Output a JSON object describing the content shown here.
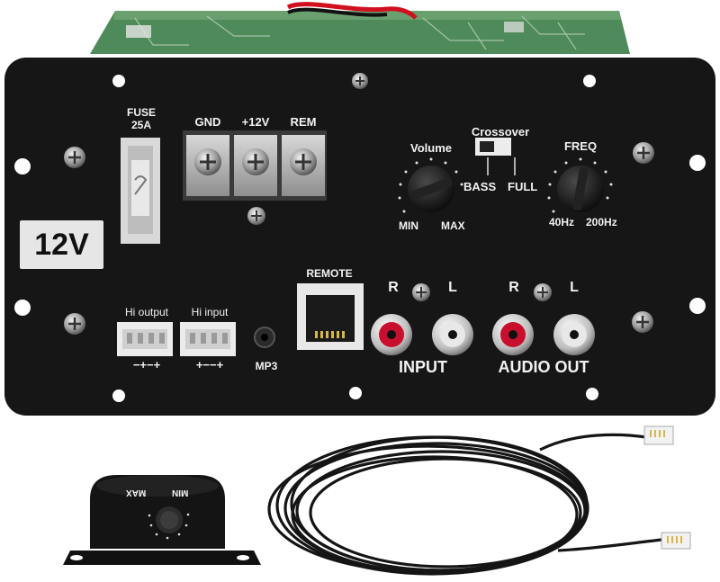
{
  "panel": {
    "fuse_title": "FUSE",
    "fuse_rating": "25A",
    "terminal_labels": [
      "GND",
      "+12V",
      "REM"
    ],
    "voltage_badge": "12V",
    "volume": {
      "title": "Volume",
      "min": "MIN",
      "max": "MAX"
    },
    "crossover": {
      "title": "Crossover",
      "bass": "BASS",
      "full": "FULL"
    },
    "freq": {
      "title": "FREQ",
      "low": "40Hz",
      "high": "200Hz"
    },
    "hi_output": {
      "title": "Hi output",
      "polarity": "−+−+"
    },
    "hi_input": {
      "title": "Hi input",
      "polarity": "+−−+"
    },
    "mp3_label": "MP3",
    "remote_label": "REMOTE",
    "input": {
      "title": "INPUT",
      "right": "R",
      "left": "L"
    },
    "audio_out": {
      "title": "AUDIO OUT",
      "right": "R",
      "left": "L"
    }
  },
  "remote_knob": {
    "min": "MIN",
    "max": "MAX"
  },
  "colors": {
    "panel": "#161616",
    "pcb": "#4f8a5a",
    "rca_red": "#c8102e",
    "rca_white": "#e8e8e8",
    "label": "#f2f2f2"
  }
}
